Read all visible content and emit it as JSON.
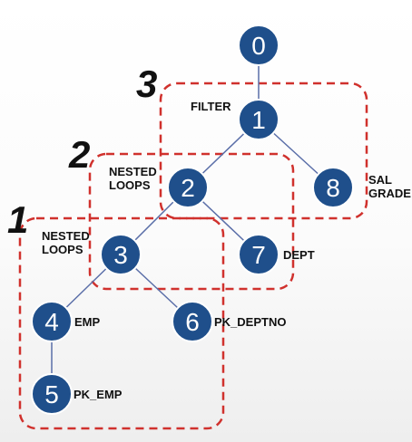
{
  "groups": [
    {
      "id": "3",
      "number": "3"
    },
    {
      "id": "2",
      "number": "2"
    },
    {
      "id": "1",
      "number": "1"
    }
  ],
  "nodes": [
    {
      "id": "0",
      "label": "0",
      "annotation": []
    },
    {
      "id": "1",
      "label": "1",
      "annotation": [
        "FILTER"
      ]
    },
    {
      "id": "2",
      "label": "2",
      "annotation": [
        "NESTED",
        "LOOPS"
      ]
    },
    {
      "id": "8",
      "label": "8",
      "annotation": [
        "SAL",
        "GRADE"
      ]
    },
    {
      "id": "3",
      "label": "3",
      "annotation": [
        "NESTED",
        "LOOPS"
      ]
    },
    {
      "id": "7",
      "label": "7",
      "annotation": [
        "DEPT"
      ]
    },
    {
      "id": "4",
      "label": "4",
      "annotation": [
        "EMP"
      ]
    },
    {
      "id": "6",
      "label": "6",
      "annotation": [
        "PK_DEPTNO"
      ]
    },
    {
      "id": "5",
      "label": "5",
      "annotation": [
        "PK_EMP"
      ]
    }
  ],
  "edges": [
    {
      "from": "0",
      "to": "1"
    },
    {
      "from": "1",
      "to": "2"
    },
    {
      "from": "1",
      "to": "8"
    },
    {
      "from": "2",
      "to": "3"
    },
    {
      "from": "2",
      "to": "7"
    },
    {
      "from": "3",
      "to": "4"
    },
    {
      "from": "3",
      "to": "6"
    },
    {
      "from": "4",
      "to": "5"
    }
  ],
  "colors": {
    "node_fill": "#1f4f8b",
    "group_border": "#d0312d",
    "edge": "#5a6ea8"
  }
}
